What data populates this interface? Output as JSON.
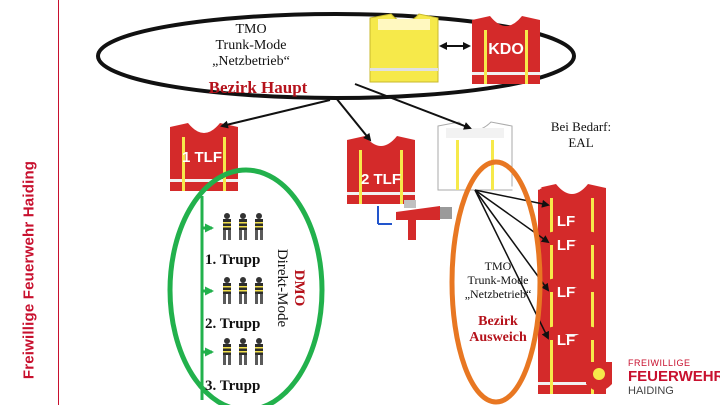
{
  "sidebar": {
    "title": "Freiwillige Feuerwehr Haiding"
  },
  "top": {
    "mode_line1": "TMO",
    "mode_line2": "Trunk-Mode",
    "mode_line3": "„Netzbetrieb“",
    "district": "Bezirk Haupt",
    "kdo": "KDO"
  },
  "vehicles": {
    "tlf1": "1 TLF",
    "tlf2": "2 TLF"
  },
  "bedarf": {
    "line1": "Bei Bedarf:",
    "line2": "EAL"
  },
  "dmo": {
    "line1": "DMO",
    "line2": "Direkt-Mode"
  },
  "teams": {
    "t1": "1. Trupp",
    "t2": "2. Trupp",
    "t3": "3. Trupp"
  },
  "right_mode": {
    "line1": "TMO",
    "line2": "Trunk-Mode",
    "line3": "„Netzbetrieb“",
    "district1": "Bezirk",
    "district2": "Ausweich"
  },
  "right_vests": [
    "LF",
    "LF",
    "LF",
    "LF"
  ],
  "logo": {
    "line1": "FREIWILLIGE",
    "line2": "FEUERWEHR",
    "line3": "HAIDING"
  },
  "colors": {
    "red": "#c8102e",
    "vest_red": "#d42a2a",
    "vest_yellow": "#f6e94a",
    "green": "#22b14c",
    "orange": "#e87722"
  }
}
